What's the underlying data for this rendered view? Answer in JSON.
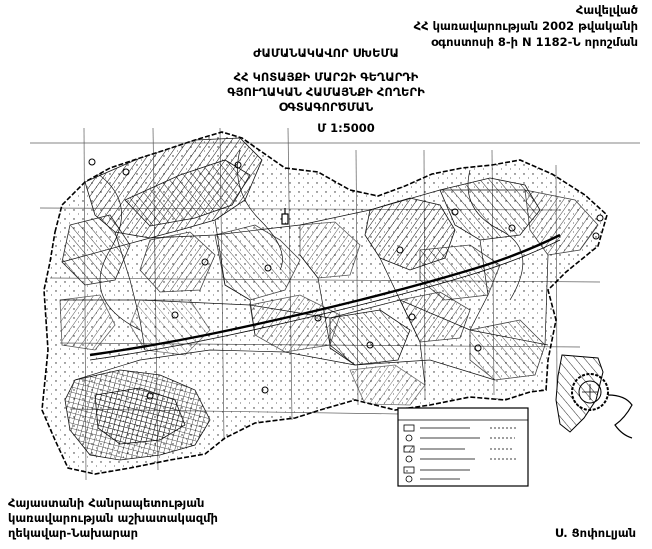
{
  "annex": {
    "line1": "Հավելված",
    "line2": "ՀՀ կառավարության 2002 թվականի",
    "line3": "օգոստոսի 8-ի N 1182-Ն որոշման"
  },
  "title": {
    "scheme": "ԺԱՄԱՆԱԿԱՎՈՐ ՍԽԵՄԱ",
    "line1": "ՀՀ ԿՈՏԱՅՔԻ ՄԱՐԶԻ ԳԵՂԱՐԴԻ",
    "line2": "ԳՅՈՒՂԱԿԱՆ ՀԱՄԱՅՆՔԻ ՀՈՂԵՐԻ",
    "line3": "ՕԳՏԱԳՈՐԾՄԱՆ",
    "scale": "Մ 1:5000"
  },
  "official": {
    "line1": "Հայաստանի Հանրապետության",
    "line2": "կառավարության աշխատակազմի",
    "line3": "ղեկավար-Նախարար"
  },
  "signer": "Ս. Ցոփուլյան",
  "map": {
    "style": "scanned black-and-white cadastral land-use scheme",
    "ink": "#1a1a1a",
    "legend": "legend box with symbols (lower right)",
    "stamp": "circular official seal (lower right)"
  }
}
